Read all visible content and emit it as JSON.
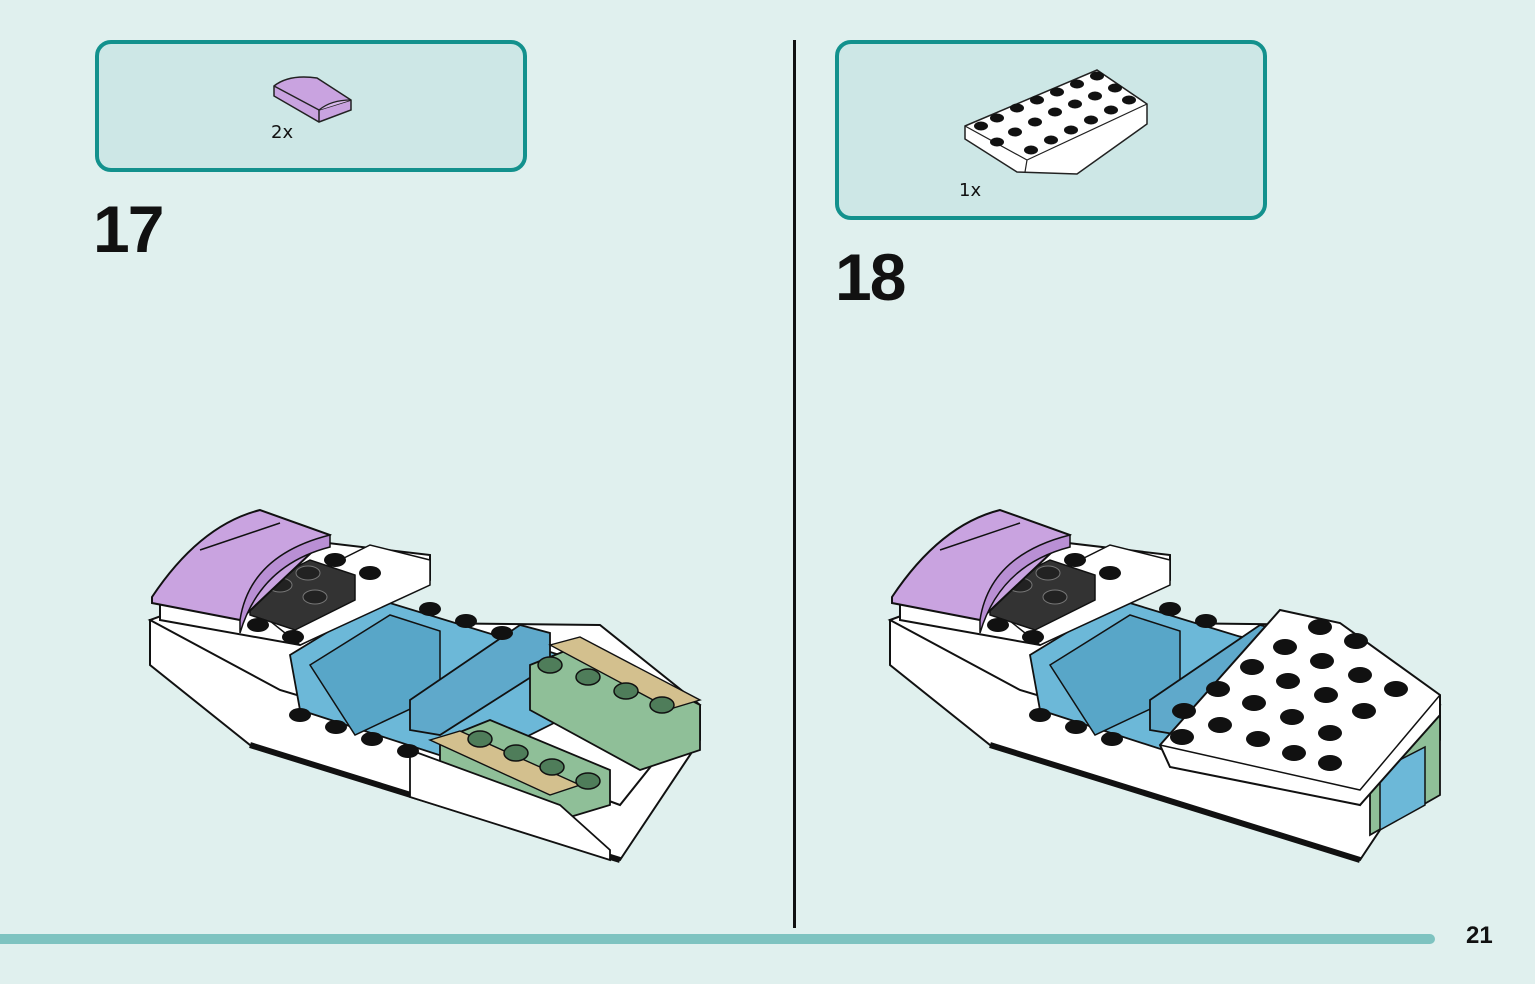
{
  "page": {
    "number": "21"
  },
  "steps": [
    {
      "number": "17",
      "parts": [
        {
          "name": "lavender-curved-slope-piece",
          "quantity": "2x"
        }
      ]
    },
    {
      "number": "18",
      "parts": [
        {
          "name": "white-wedge-plate",
          "quantity": "1x"
        }
      ]
    }
  ],
  "colors": {
    "background": "#e0f0ee",
    "callout_border": "#13918d",
    "callout_fill": "#cde7e6",
    "progress_bar": "#7ec3c0",
    "lavender": "#c9a3e0",
    "azure": "#6cb8d8",
    "sand_green": "#8fbf98",
    "white_brick": "#ffffff",
    "black_brick": "#333333",
    "tan": "#d3c08e"
  }
}
